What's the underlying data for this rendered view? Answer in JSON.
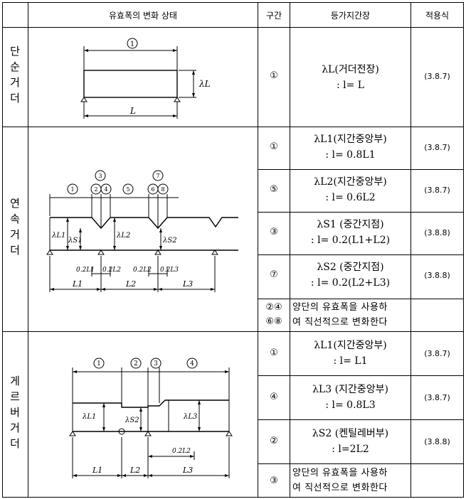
{
  "header": {
    "col_diagram": "유효폭의 변화 상태",
    "col_section": "구간",
    "col_span": "등가지간장",
    "col_formula": "적용식"
  },
  "groups": [
    {
      "name": "단순거더",
      "chars": [
        "단",
        "순",
        "거",
        "더"
      ],
      "diagram_labels": {
        "c1": "①",
        "lamL": "λL",
        "L": "L"
      },
      "rows": [
        {
          "section": "①",
          "line1": "λL(거더전장)",
          "line2": ": l= L",
          "ref": "(3.8.7)"
        }
      ]
    },
    {
      "name": "연속거더",
      "chars": [
        "연",
        "속",
        "거",
        "더"
      ],
      "diagram_labels": {
        "c1": "①",
        "c2": "②",
        "c3": "③",
        "c4": "④",
        "c5": "⑤",
        "c6": "⑥",
        "c7": "⑦",
        "c8": "⑧",
        "lamL1": "λL1",
        "lamS1": "λS1",
        "lamL2": "λL2",
        "lamS2": "λS2",
        "p1": "0.2L1",
        "p2": "0.2L2",
        "p3": "0.2L2",
        "p4": "0.2L3",
        "L1": "L1",
        "L2": "L2",
        "L3": "L3"
      },
      "rows": [
        {
          "section": "①",
          "line1": "λL1(지간중앙부)",
          "line2": ": l= 0.8L1",
          "ref": "(3.8.7)"
        },
        {
          "section": "⑤",
          "line1": "λL2(지간중앙부)",
          "line2": ": l= 0.6L2",
          "ref": "(3.8.7)"
        },
        {
          "section": "③",
          "line1": "λS1 (중간지점)",
          "line2": ": l= 0.2(L1+L2)",
          "ref": "(3.8.8)"
        },
        {
          "section": "⑦",
          "line1": "λS2 (중간지점)",
          "line2": ": l= 0.2(L2+L3)",
          "ref": "(3.8.8)"
        },
        {
          "section_a": "②④",
          "section_b": "⑥⑧",
          "note1": "양단의 유효폭을 사용하",
          "note2": "여 직선적으로 변화한다"
        }
      ]
    },
    {
      "name": "게르버거더",
      "chars": [
        "게",
        "르",
        "버",
        "거",
        "더"
      ],
      "diagram_labels": {
        "c1": "①",
        "c2": "②",
        "c3": "③",
        "c4": "④",
        "lamL1": "λL1",
        "lamS2": "λS2",
        "lamL3": "λL3",
        "p": "0.2L2",
        "L1": "L1",
        "L2": "L2",
        "L3": "L3"
      },
      "rows": [
        {
          "section": "①",
          "line1": "λL1(지간중앙부)",
          "line2": ": l= L1",
          "ref": "(3.8.7)"
        },
        {
          "section": "④",
          "line1": "λL3 (지간중앙부)",
          "line2": ": l= 0.8L3",
          "ref": "(3.8.7)"
        },
        {
          "section": "②",
          "line1": "λS2 (켄틸레버부)",
          "line2": ": l=2L2",
          "ref": "(3.8.8)"
        },
        {
          "section": "③",
          "note1": "양단의 유효폭을 사용하",
          "note2": "여 직선적으로 변화한다"
        }
      ]
    }
  ]
}
